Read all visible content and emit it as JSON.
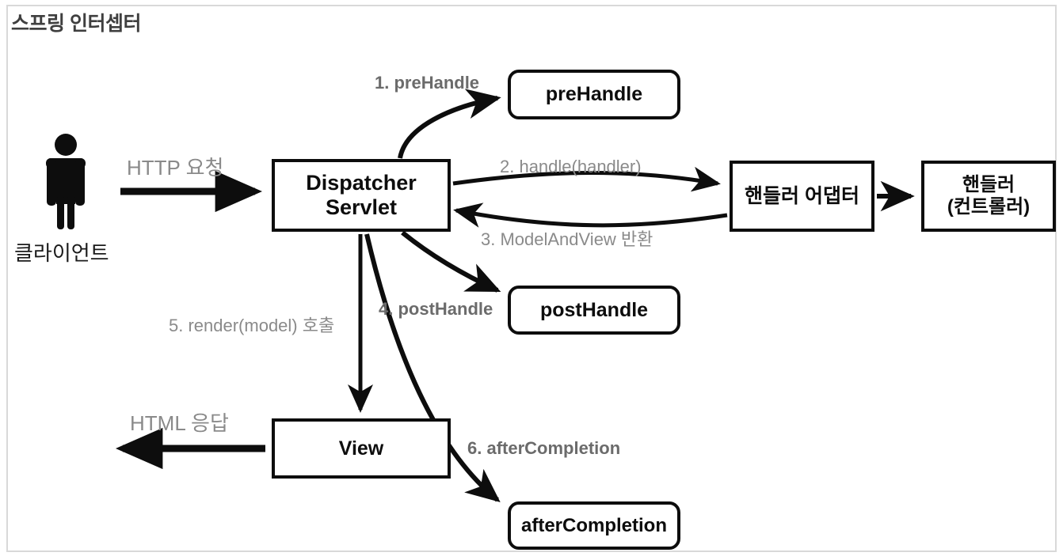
{
  "diagram": {
    "title": "스프링 인터셉터",
    "actor": {
      "icon": "person-icon",
      "label": "클라이언트"
    },
    "flow_labels": {
      "http_request": "HTTP 요청",
      "html_response": "HTML 응답",
      "step1": "1. preHandle",
      "step2": "2. handle(handler)",
      "step3": "3. ModelAndView 반환",
      "step4": "4. postHandle",
      "step5": "5. render(model) 호출",
      "step6": "6. afterCompletion"
    },
    "nodes": {
      "dispatcher_line1": "Dispatcher",
      "dispatcher_line2": "Servlet",
      "prehandle": "preHandle",
      "posthandle": "postHandle",
      "aftercompletion": "afterCompletion",
      "handler_adapter": "핸들러 어댑터",
      "handler_line1": "핸들러",
      "handler_line2": "(컨트롤러)",
      "view": "View"
    },
    "colors": {
      "stroke": "#0d0d0d",
      "frame": "#d9d9d9",
      "title": "#3f3f3f",
      "label_strong": "#6b6b6b",
      "label_soft": "#8a8a8a",
      "background": "#ffffff"
    }
  }
}
